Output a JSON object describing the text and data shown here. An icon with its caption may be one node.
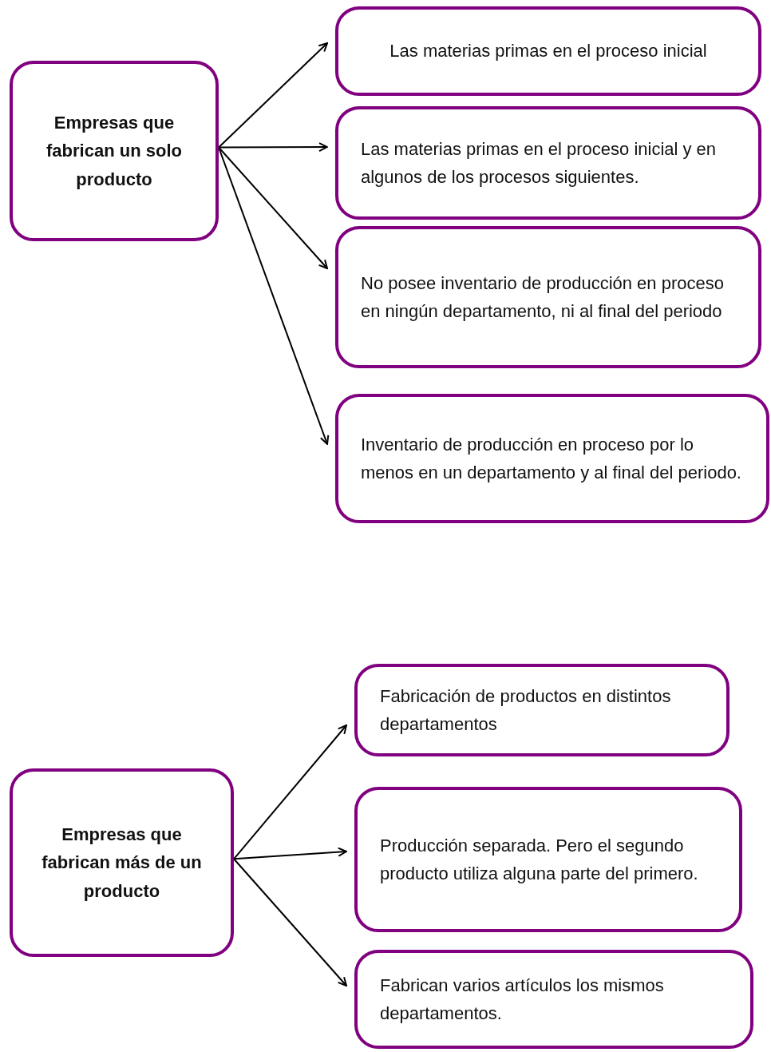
{
  "diagram": {
    "nodes": [
      {
        "text": [
          "Empresas que fabrican un solo producto"
        ]
      },
      {
        "text": [
          "Las materias primas en el proceso inicial"
        ]
      },
      {
        "text": [
          "Las materias primas en el proceso inicial y en algunos de los procesos siguientes."
        ]
      },
      {
        "text": [
          "No posee inventario de producción en proceso en ningún departamento, ni al final del periodo"
        ]
      },
      {
        "text": [
          "Inventario de producción en proceso por lo menos en un departamento y al final del periodo."
        ]
      },
      {
        "text": [
          "Empresas que fabrican más de un producto"
        ]
      },
      {
        "text": [
          "Fabricación de productos en distintos departamentos"
        ]
      },
      {
        "text": [
          "Producción separada. Pero el segundo producto utiliza alguna parte del primero."
        ]
      },
      {
        "text": [
          "Fabrican varios artículos los mismos departamentos."
        ]
      }
    ],
    "edges": [
      {
        "from": 0,
        "to": 1,
        "arrow": "to"
      },
      {
        "from": 0,
        "to": 2,
        "arrow": "to"
      },
      {
        "from": 0,
        "to": 3,
        "arrow": "to"
      },
      {
        "from": 0,
        "to": 4,
        "arrow": "to"
      },
      {
        "from": 5,
        "to": 6,
        "arrow": "to"
      },
      {
        "from": 5,
        "to": 7,
        "arrow": "to"
      },
      {
        "from": 5,
        "to": 8,
        "arrow": "to"
      }
    ]
  }
}
